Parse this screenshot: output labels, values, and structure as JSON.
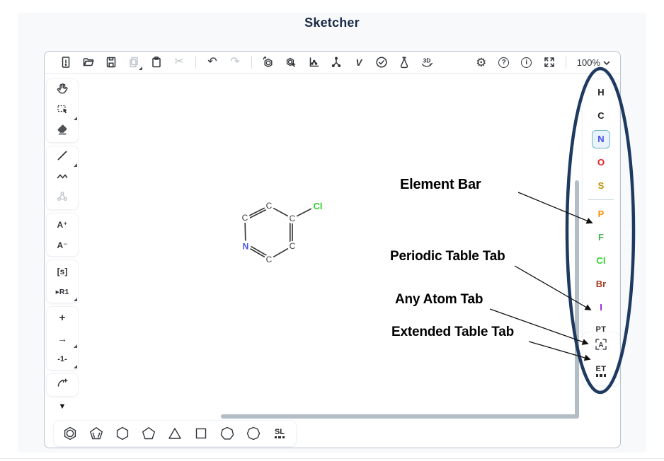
{
  "title": "Sketcher",
  "topbar": {
    "zoom_value": "100%",
    "cip_label": "V",
    "threed_label": "3D",
    "help_label": "?",
    "about_label": "i"
  },
  "icons": {
    "cut": "✂",
    "undo": "↶",
    "redo": "↷",
    "settings": "⚙",
    "expand_toolbar": "▼"
  },
  "left_toolbar": {
    "charge_plus": "A⁺",
    "charge_minus": "A⁻",
    "sgroup": "[s]",
    "rgroup": "▸R1",
    "reaction_plus": "+",
    "reaction_arrow": "→",
    "reaction_mapping": "-1-"
  },
  "element_bar": {
    "elements": [
      {
        "symbol": "H",
        "color": "#1f1f1f",
        "selected": false
      },
      {
        "symbol": "C",
        "color": "#1f1f1f",
        "selected": false
      },
      {
        "symbol": "N",
        "color": "#3f51f0",
        "selected": true
      },
      {
        "symbol": "O",
        "color": "#e02020",
        "selected": false
      },
      {
        "symbol": "S",
        "color": "#c09000",
        "selected": false
      },
      {
        "symbol": "P",
        "color": "#ff8c00",
        "selected": false
      },
      {
        "symbol": "F",
        "color": "#4caf50",
        "selected": false
      },
      {
        "symbol": "Cl",
        "color": "#2fd12f",
        "selected": false
      },
      {
        "symbol": "Br",
        "color": "#a33b22",
        "selected": false
      },
      {
        "symbol": "I",
        "color": "#a31ddb",
        "selected": false
      }
    ],
    "periodic_table_label": "PT",
    "any_atom_label": "A",
    "extended_table_label": "ET",
    "selected_bg": "#eaf3fb",
    "selected_border": "#6db8c9"
  },
  "templates": {
    "structure_library_label": "SL"
  },
  "molecule": {
    "atoms": [
      {
        "label": "C",
        "color": "#3c3c3c"
      },
      {
        "label": "C",
        "color": "#3c3c3c"
      },
      {
        "label": "N",
        "color": "#3f51f0"
      },
      {
        "label": "C",
        "color": "#3c3c3c"
      },
      {
        "label": "C",
        "color": "#3c3c3c"
      },
      {
        "label": "C",
        "color": "#3c3c3c"
      },
      {
        "label": "Cl",
        "color": "#2fd12f"
      }
    ]
  },
  "annotations": {
    "element_bar_label": "Element Bar",
    "periodic_table_label": "Periodic Table Tab",
    "any_atom_label": "Any Atom Tab",
    "extended_table_label": "Extended Table Tab"
  }
}
